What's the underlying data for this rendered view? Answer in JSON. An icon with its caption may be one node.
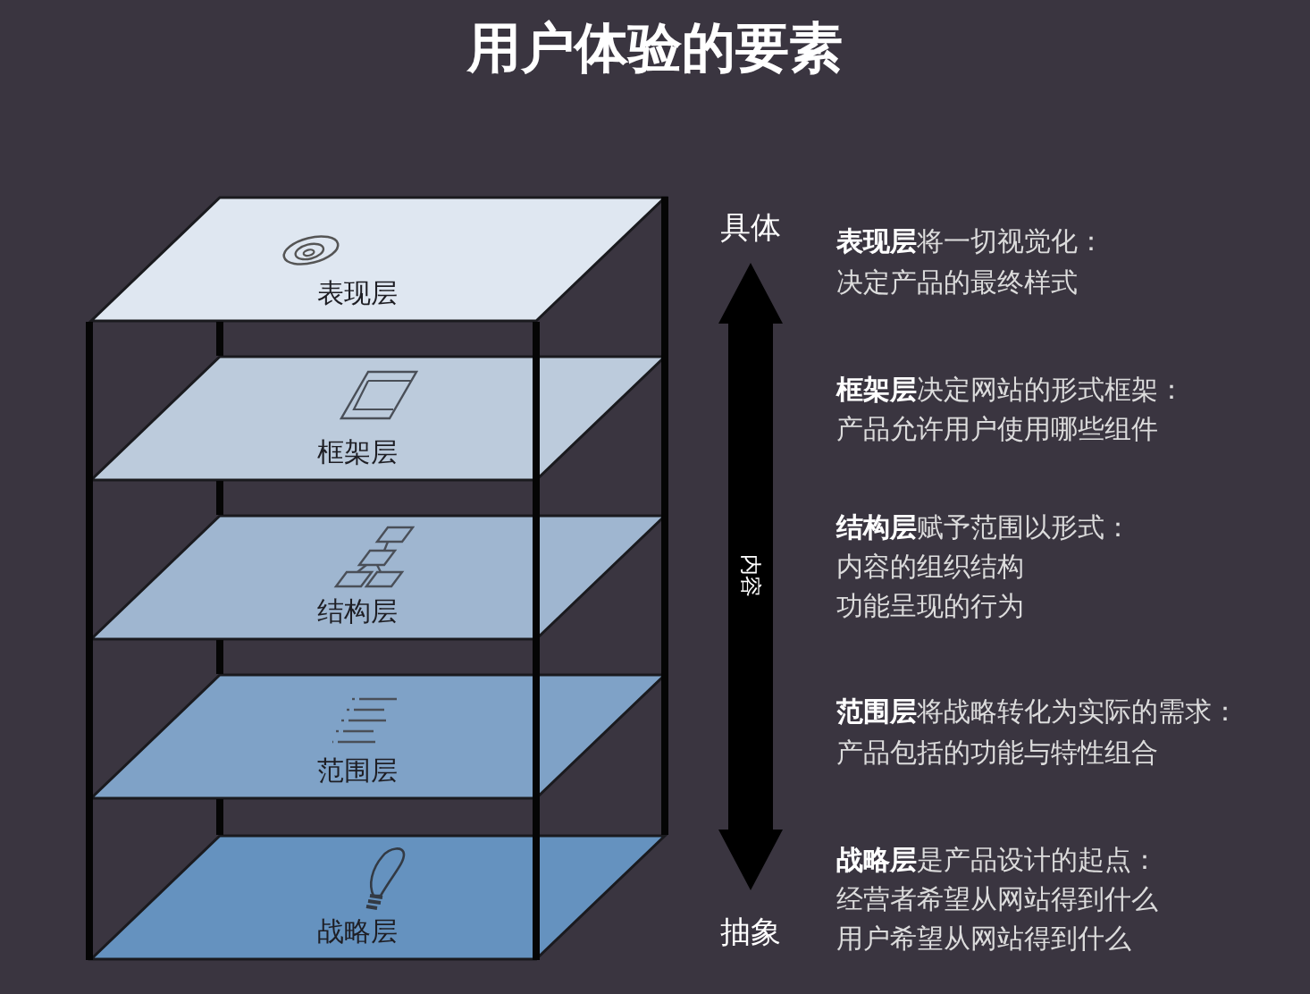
{
  "diagram": {
    "title": "用户体验的要素",
    "nodes": [
      {
        "text": [
          "表现层"
        ]
      },
      {
        "text": [
          "框架层"
        ]
      },
      {
        "text": [
          "结构层"
        ]
      },
      {
        "text": [
          "范围层"
        ]
      },
      {
        "text": [
          "战略层"
        ]
      }
    ],
    "edges": [],
    "labels": [
      "具体",
      "**表现层**将一切视觉化：",
      "决定产品的最终样式",
      "**框架层**决定网站的形式框架：",
      "产品允许用户使用哪些组件",
      "内容",
      "**结构层**赋予范围以形式：",
      "内容的组织结构",
      "功能呈现的行为",
      "**范围层**将战略转化为实际的需求：",
      "产品包括的功能与特性组合",
      "抽象",
      "**战略层**是产品设计的起点：",
      "经营者希望从网站得到什么",
      "用户希望从网站得到什么"
    ]
  }
}
